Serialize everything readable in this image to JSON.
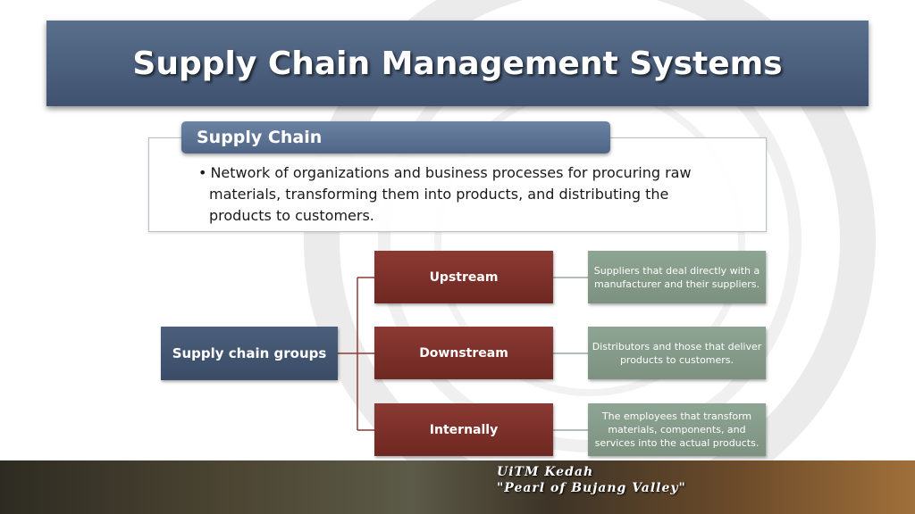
{
  "title": "Supply Chain Management Systems",
  "definition": {
    "heading": "Supply Chain",
    "bullet": "•",
    "text": "Network of organizations and business processes for procuring raw materials, transforming them into products, and distributing the products to customers."
  },
  "diagram": {
    "root": "Supply chain groups",
    "groups": [
      {
        "label": "Upstream",
        "description": "Suppliers that deal directly with a manufacturer and their suppliers."
      },
      {
        "label": "Downstream",
        "description": "Distributors and those that deliver products to customers."
      },
      {
        "label": "Internally",
        "description": "The employees that transform materials, components, and services into the actual products."
      }
    ]
  },
  "footer": {
    "line1": "UiTM Kedah",
    "line2": "\"Pearl of Bujang Valley\""
  },
  "colors": {
    "title_bar": "#4b5f7c",
    "group_node": "#7c2f28",
    "description_node": "#86998a"
  }
}
